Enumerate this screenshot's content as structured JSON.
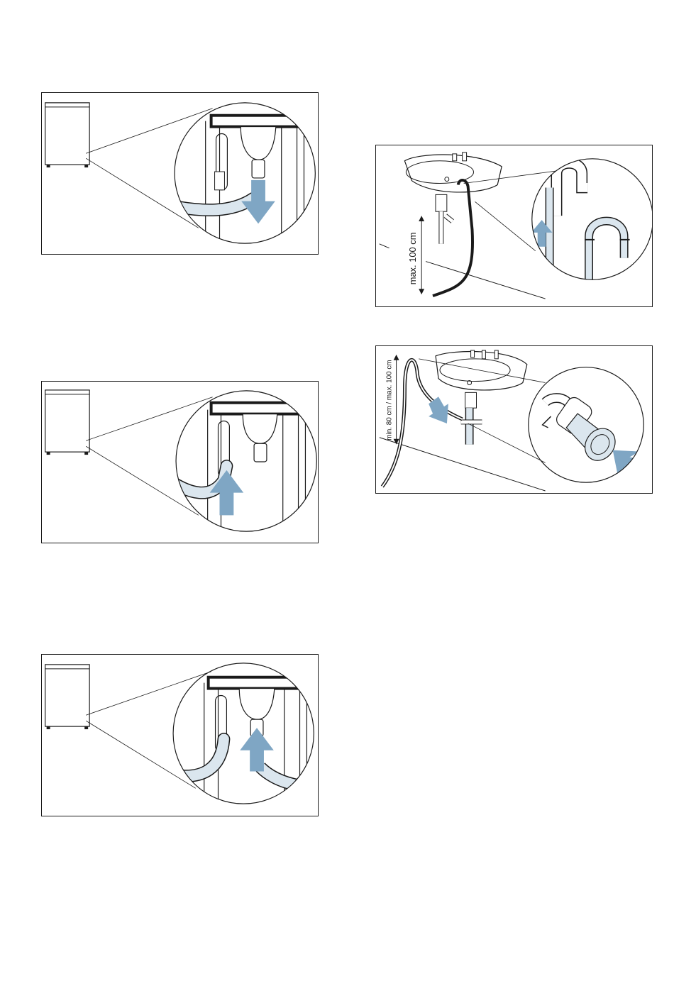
{
  "figures": [
    {
      "id": "fig-drain-remove",
      "arrow": "down"
    },
    {
      "id": "fig-drain-attach",
      "arrow": "up"
    },
    {
      "id": "fig-drain-connect",
      "arrow": "up"
    },
    {
      "id": "fig-sink-hook",
      "height_label": "max. 100 cm"
    },
    {
      "id": "fig-sink-siphon",
      "height_label": "min. 80 cm / max. 100 cm"
    }
  ],
  "colors": {
    "line": "#1a1a1a",
    "hose_fill": "#dbe6ee",
    "arrow_fill": "#7fa6c4"
  }
}
